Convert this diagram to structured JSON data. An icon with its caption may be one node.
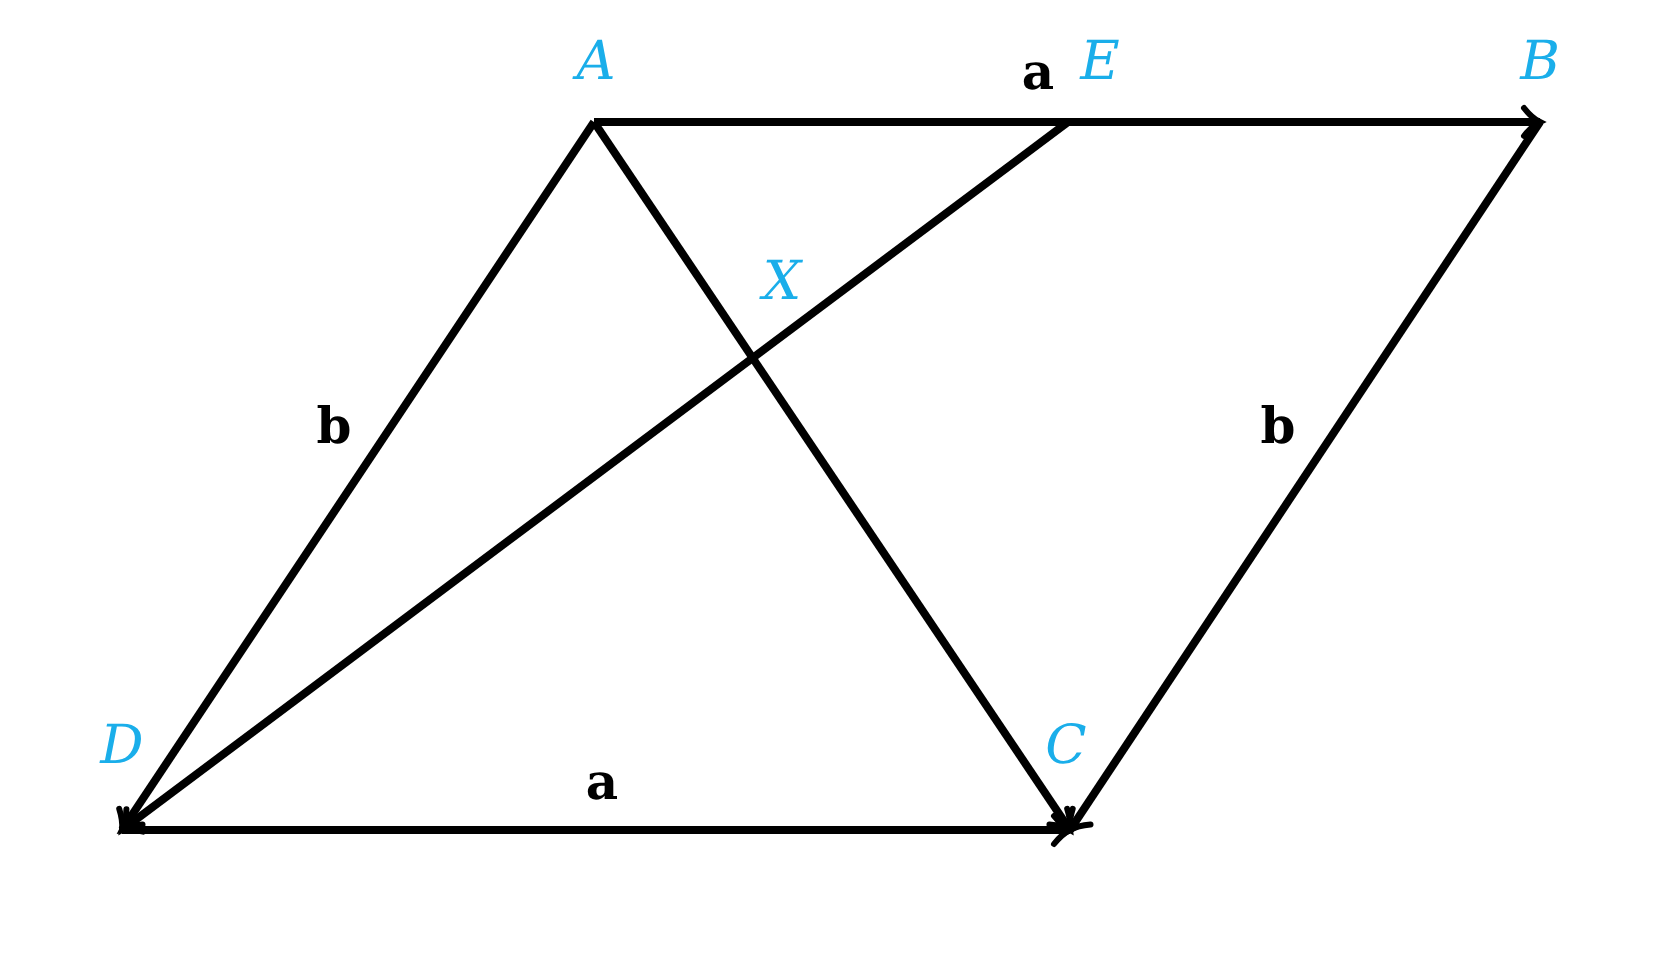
{
  "diagram": {
    "nodes": [
      {
        "text": [
          "A"
        ]
      },
      {
        "text": [
          "E"
        ]
      },
      {
        "text": [
          "B"
        ]
      },
      {
        "text": [
          "D"
        ]
      },
      {
        "text": [
          "C"
        ]
      }
    ],
    "edges": [
      {
        "from": 0,
        "to": 2,
        "arrow": "to"
      },
      {
        "from": 0,
        "to": 3,
        "arrow": "to"
      },
      {
        "from": 1,
        "to": 3,
        "arrow": "to"
      },
      {
        "from": 0,
        "to": 4,
        "arrow": "to"
      },
      {
        "from": 2,
        "to": 4,
        "arrow": "to"
      },
      {
        "from": 3,
        "to": 4,
        "arrow": "to"
      }
    ],
    "labels": [
      "a",
      "X",
      "b",
      "b",
      "a"
    ]
  }
}
